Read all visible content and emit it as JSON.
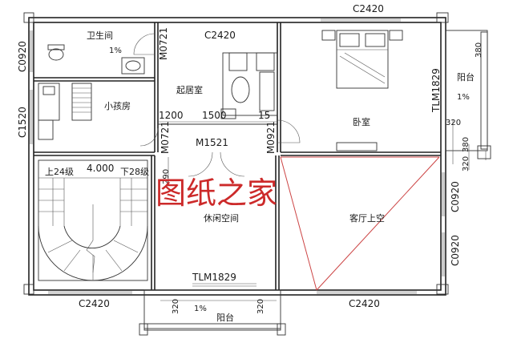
{
  "plan": {
    "labels": {
      "c2420_top": "C2420",
      "c2420_mid": "C2420",
      "c2420_bottom_left": "C2420",
      "c2420_bottom_right": "C2420",
      "c0920_left": "C0920",
      "c1520": "C1520",
      "c0920_right_a": "C0920",
      "c0920_right_b": "C0920",
      "m0721_a": "M0721",
      "m0721_b": "M0721",
      "m0921": "M0921",
      "m1521": "M1521",
      "tlm1829_right": "TLM1829",
      "tlm1829_bottom": "TLM1829",
      "d1200": "1200",
      "d1500": "1500",
      "d15": "15",
      "d320_a": "320",
      "d320_b": "320",
      "d320_c": "320",
      "d380_a": "380",
      "d380_b": "380",
      "d290": "290",
      "elev": "4.000",
      "up24": "上24级",
      "down28": "下28级",
      "slope_a": "1%",
      "slope_b": "1%",
      "slope_c": "1%"
    },
    "rooms": {
      "bathroom": "卫生间",
      "study": "小孩房",
      "living": "起居室",
      "bedroom": "卧室",
      "balcony_right": "阳台",
      "leisure": "休闲空间",
      "hall_void": "客厅上空",
      "balcony_bottom": "阳台"
    },
    "watermark": "图纸之家"
  }
}
